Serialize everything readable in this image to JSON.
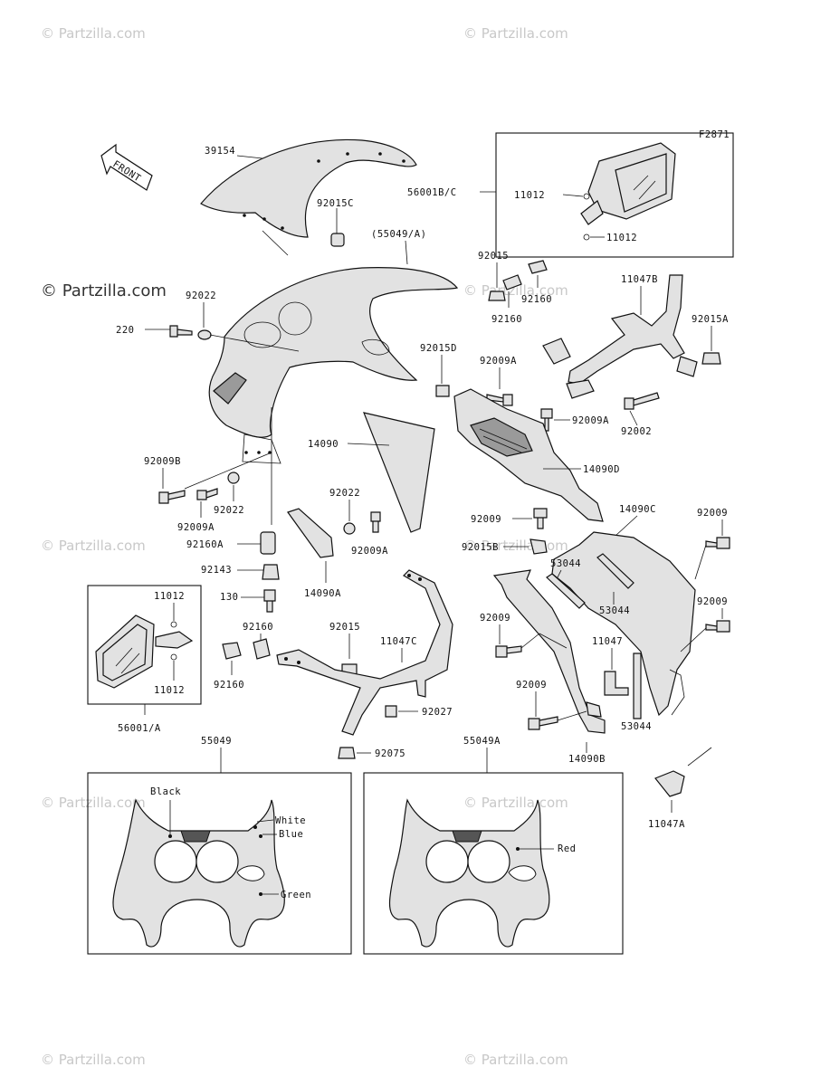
{
  "figure_code": "F2871",
  "front_arrow_label": "FRONT",
  "watermarks": {
    "main": "© Partzilla.com",
    "faint": "© Partzilla.com"
  },
  "parts": {
    "p39154": "39154",
    "p92015C": "92015C",
    "p55049A_paren": "(55049/A)",
    "p56001BC": "56001B/C",
    "p11012_a": "11012",
    "p11012_b": "11012",
    "p92015_top": "92015",
    "p92160_top_a": "92160",
    "p92160_top_b": "92160",
    "p11047B": "11047B",
    "p92015A": "92015A",
    "p92022_top": "92022",
    "p220": "220",
    "p92015D": "92015D",
    "p92009A_top": "92009A",
    "p92009A_mid": "92009A",
    "p92002": "92002",
    "p14090": "14090",
    "p14090D": "14090D",
    "p92009B": "92009B",
    "p92022_mid": "92022",
    "p92009A_left": "92009A",
    "p92160A": "92160A",
    "p92022_c": "92022",
    "p92009A_c": "92009A",
    "p92009_r1": "92009",
    "p14090C": "14090C",
    "p92009_r2": "92009",
    "p92015B": "92015B",
    "p53044_a": "53044",
    "p53044_b": "53044",
    "p92143": "92143",
    "p14090A": "14090A",
    "p130": "130",
    "p11012_c": "11012",
    "p11012_d": "11012",
    "p92160_c": "92160",
    "p92015_c": "92015",
    "p11047C": "11047C",
    "p92160_d": "92160",
    "p92009_r3": "92009",
    "p92009_r4": "92009",
    "p92009_r5": "92009",
    "p11047": "11047",
    "p53044_c": "53044",
    "p92027": "92027",
    "p56001A": "56001/A",
    "p92075": "92075",
    "p14090B": "14090B",
    "p55049": "55049",
    "p55049A": "55049A",
    "p11047A": "11047A"
  },
  "color_callouts": {
    "black": "Black",
    "white": "White",
    "blue": "Blue",
    "green": "Green",
    "red": "Red"
  },
  "colors": {
    "ink": "#111111",
    "part_fill": "#e2e2e2",
    "watermark": "#c8c8c8"
  }
}
